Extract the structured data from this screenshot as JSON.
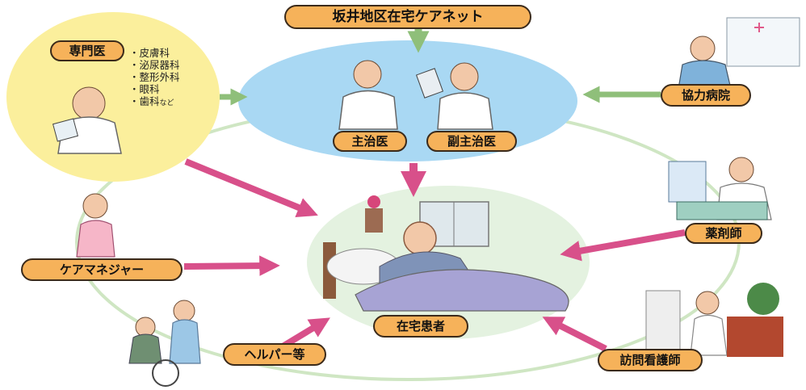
{
  "network_title": "坂井地区在宅ケアネット",
  "specialist": {
    "label": "専門医",
    "specialties": [
      "皮膚科",
      "泌尿器科",
      "整形外科",
      "眼科",
      "歯科"
    ],
    "specialties_suffix": "など"
  },
  "doctors": {
    "primary": "主治医",
    "sub_primary": "副主治医"
  },
  "cooperating_hospital": "協力病院",
  "pharmacist": "薬剤師",
  "care_manager": "ケアマネジャー",
  "patient": "在宅患者",
  "helper": "ヘルパー等",
  "visiting_nurse": "訪問看護師",
  "colors": {
    "pill": "#f6b25a",
    "arrow_pink": "#d8508a",
    "arrow_green": "#8fbf7a",
    "circle_green": "#cfe6c3",
    "center_blue": "#a9d8f3",
    "specialist_yellow": "#fbef9c"
  }
}
